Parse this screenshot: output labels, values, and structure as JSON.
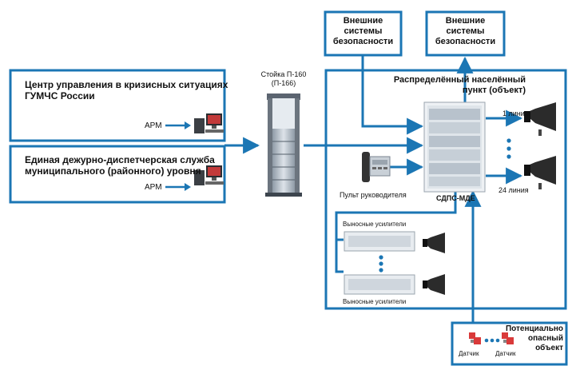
{
  "colors": {
    "line": "#1b76b4",
    "fill_light": "#e4edf5",
    "sensor_red": "#d93a3a"
  },
  "icons": [
    "workstation-icon",
    "equipment-rack-icon",
    "loudspeaker-icon",
    "phone-console-icon",
    "amplifier-unit-icon",
    "sensor-icon",
    "ellipsis-dots-icon"
  ],
  "nodes": {
    "crisis_center": {
      "line1": "Центр управления в кризисных ситуациях",
      "line2": "ГУМЧС России",
      "arm": "АРМ"
    },
    "dispatch": {
      "line1": "Единая дежурно-диспетчерская служба",
      "line2": "муниципального (районного) уровня",
      "arm": "АРМ"
    },
    "rack": {
      "line1": "Стойка П-160",
      "line2": "(П-166)"
    },
    "ext_left": {
      "line1": "Внешние",
      "line2": "системы",
      "line3": "безопасности"
    },
    "ext_right": {
      "line1": "Внешние",
      "line2": "системы",
      "line3": "безопасности"
    },
    "distributed": {
      "line1": "Распределённый населённый",
      "line2": "пункт (объект)"
    },
    "console": "Пульт руководителя",
    "sdps": "СДПС-МДЕ",
    "line_first": "1 линия",
    "line_last": "24 линия",
    "amp_top": "Выносные усилители",
    "amp_bottom": "Выносные усилители",
    "hazard": {
      "line1": "Потенциально",
      "line2": "опасный",
      "line3": "объект",
      "sensor1": "Датчик",
      "sensor2": "Датчик"
    }
  }
}
